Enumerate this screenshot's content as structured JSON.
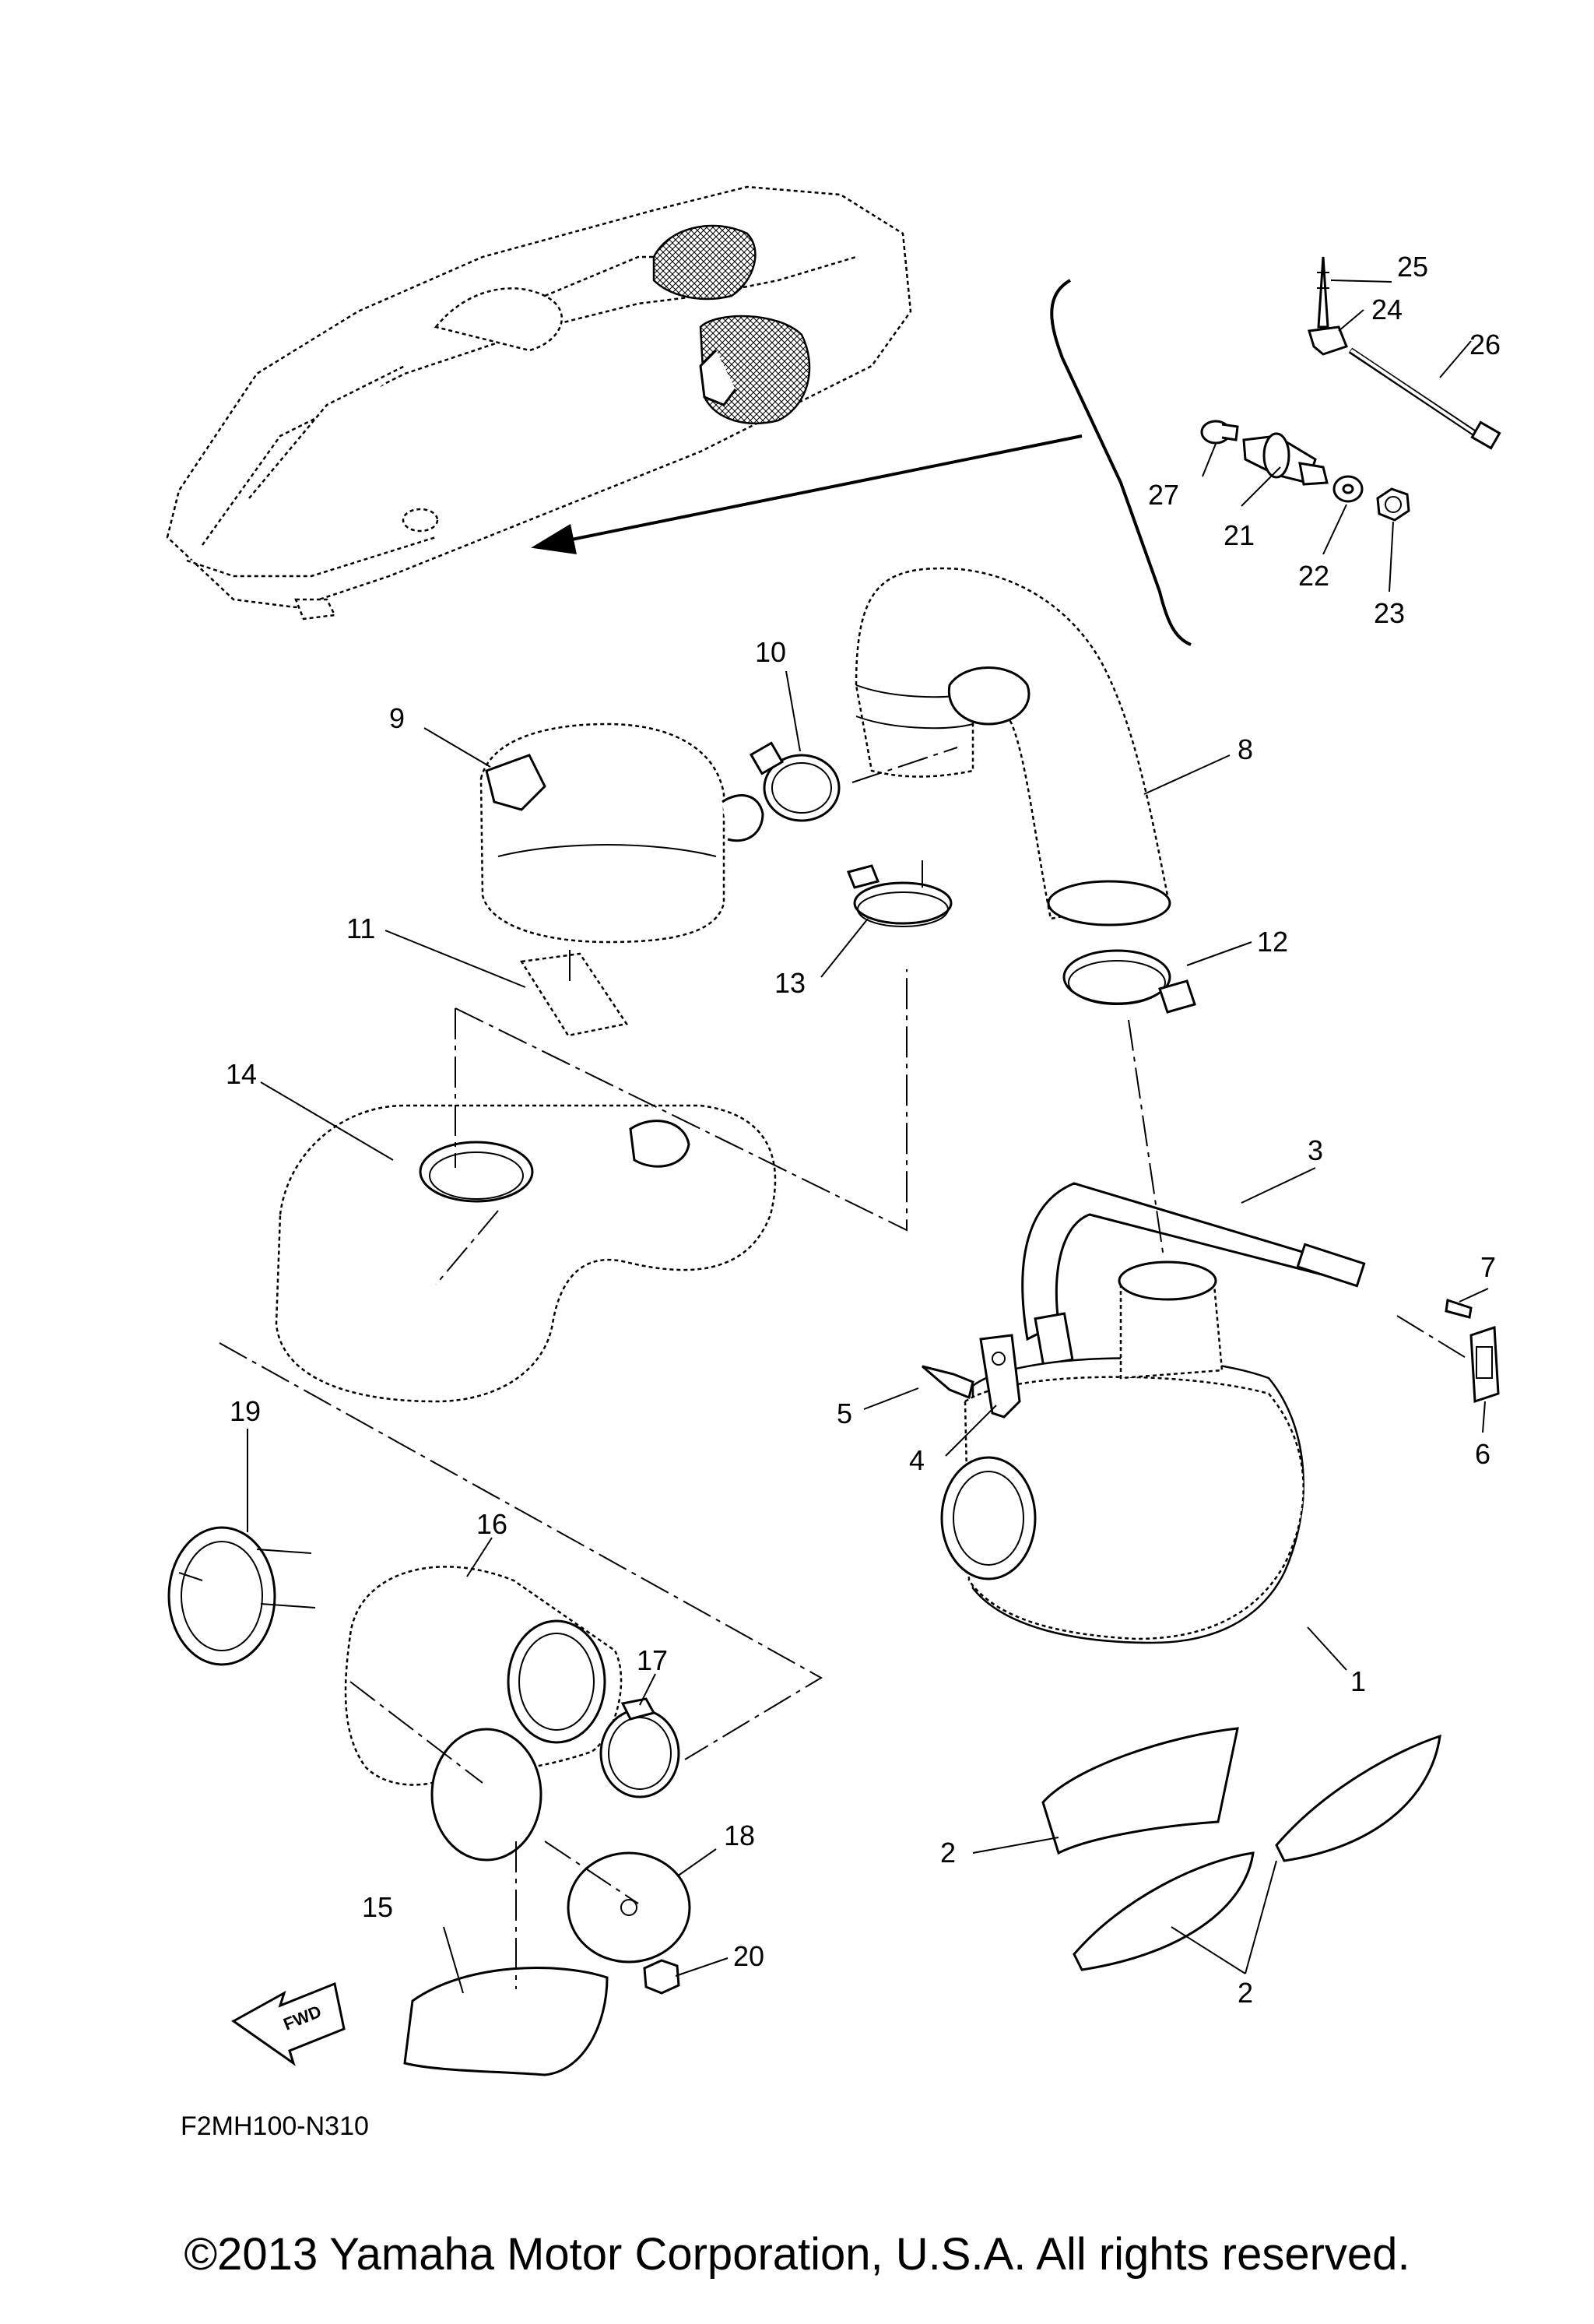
{
  "callouts": [
    {
      "id": "1",
      "text": "1"
    },
    {
      "id": "2a",
      "text": "2"
    },
    {
      "id": "2b",
      "text": "2"
    },
    {
      "id": "3",
      "text": "3"
    },
    {
      "id": "4",
      "text": "4"
    },
    {
      "id": "5",
      "text": "5"
    },
    {
      "id": "6",
      "text": "6"
    },
    {
      "id": "7",
      "text": "7"
    },
    {
      "id": "8",
      "text": "8"
    },
    {
      "id": "9",
      "text": "9"
    },
    {
      "id": "10",
      "text": "10"
    },
    {
      "id": "11",
      "text": "11"
    },
    {
      "id": "12",
      "text": "12"
    },
    {
      "id": "13",
      "text": "13"
    },
    {
      "id": "14",
      "text": "14"
    },
    {
      "id": "15",
      "text": "15"
    },
    {
      "id": "16",
      "text": "16"
    },
    {
      "id": "17",
      "text": "17"
    },
    {
      "id": "18",
      "text": "18"
    },
    {
      "id": "19",
      "text": "19"
    },
    {
      "id": "20",
      "text": "20"
    },
    {
      "id": "21",
      "text": "21"
    },
    {
      "id": "22",
      "text": "22"
    },
    {
      "id": "23",
      "text": "23"
    },
    {
      "id": "24",
      "text": "24"
    },
    {
      "id": "25",
      "text": "25"
    },
    {
      "id": "26",
      "text": "26"
    },
    {
      "id": "27",
      "text": "27"
    }
  ],
  "fwd_label": "FWD",
  "drawing_code": "F2MH100-N310",
  "copyright": "©2013 Yamaha Motor Corporation, U.S.A. All rights reserved."
}
